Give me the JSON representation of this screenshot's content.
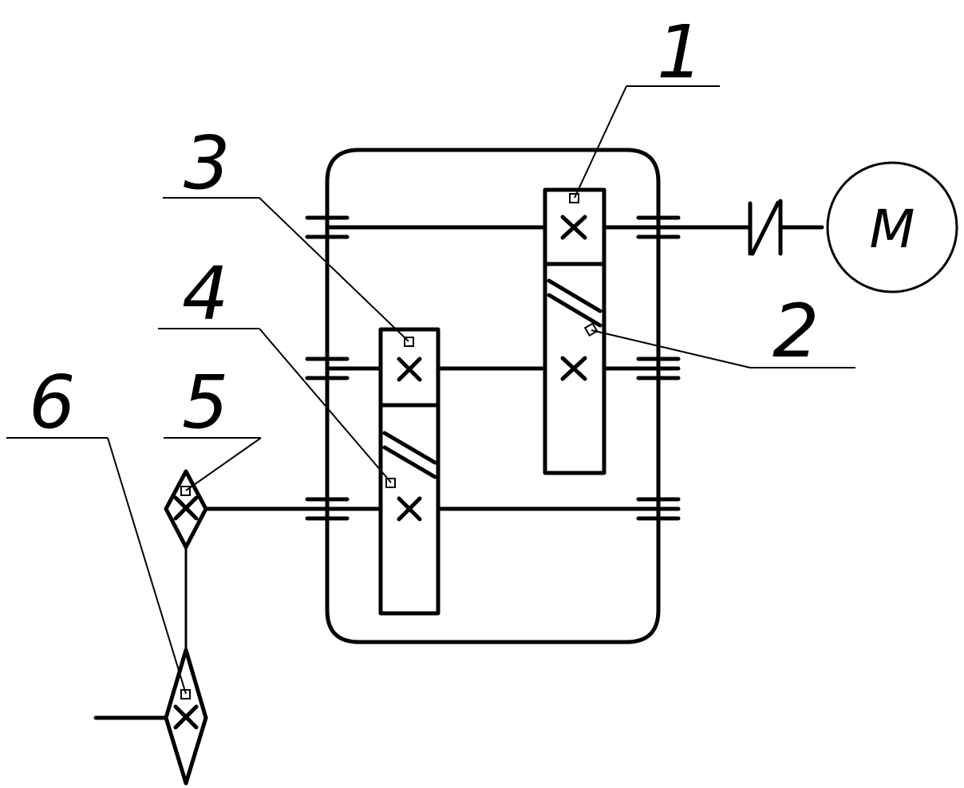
{
  "labels": {
    "l1": "1",
    "l2": "2",
    "l3": "3",
    "l4": "4",
    "l5": "5",
    "l6": "6"
  },
  "motor": {
    "label": "M"
  }
}
